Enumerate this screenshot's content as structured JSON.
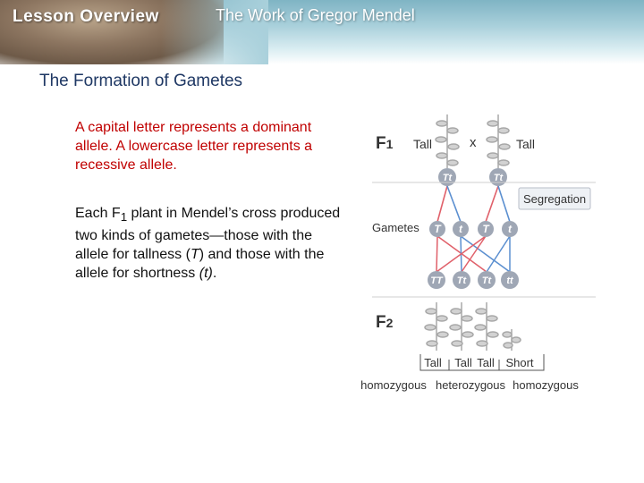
{
  "header": {
    "lesson_label": "Lesson Overview",
    "chapter_title": "The Work of Gregor Mendel"
  },
  "slide": {
    "title": "The Formation of Gametes",
    "para1": "A capital letter represents a dominant allele. A lowercase letter represents a recessive allele.",
    "para2_prefix": "Each F",
    "para2_sub": "1",
    "para2_text": " plant in Mendel’s cross produced two kinds of gametes—those with the allele for tallness (",
    "para2_allele_tall": "T",
    "para2_text2": ") and those with the allele for shortness ",
    "para2_allele_short": "(t)",
    "para2_end": "."
  },
  "figure": {
    "f1_label_main": "F",
    "f1_label_num": "1",
    "f2_label_main": "F",
    "f2_label_num": "2",
    "tall_left": "Tall",
    "cross_symbol": "x",
    "tall_right": "Tall",
    "f1_genotype_left": "Tt",
    "f1_genotype_right": "Tt",
    "segregation_label": "Segregation",
    "gametes_label": "Gametes",
    "gametes": [
      "T",
      "t",
      "T",
      "t"
    ],
    "offspring": [
      "TT",
      "Tt",
      "Tt",
      "tt"
    ],
    "phenotypes": [
      "Tall",
      "Tall",
      "Tall",
      "Short"
    ],
    "zygosity": [
      "homozygous",
      "heterozygous",
      "homozygous"
    ],
    "colors": {
      "dominant_line": "#e0606a",
      "recessive_line": "#5b8fd0",
      "gamete_circle": "#9fa7b5",
      "segregation_box": "#eef1f5"
    }
  }
}
